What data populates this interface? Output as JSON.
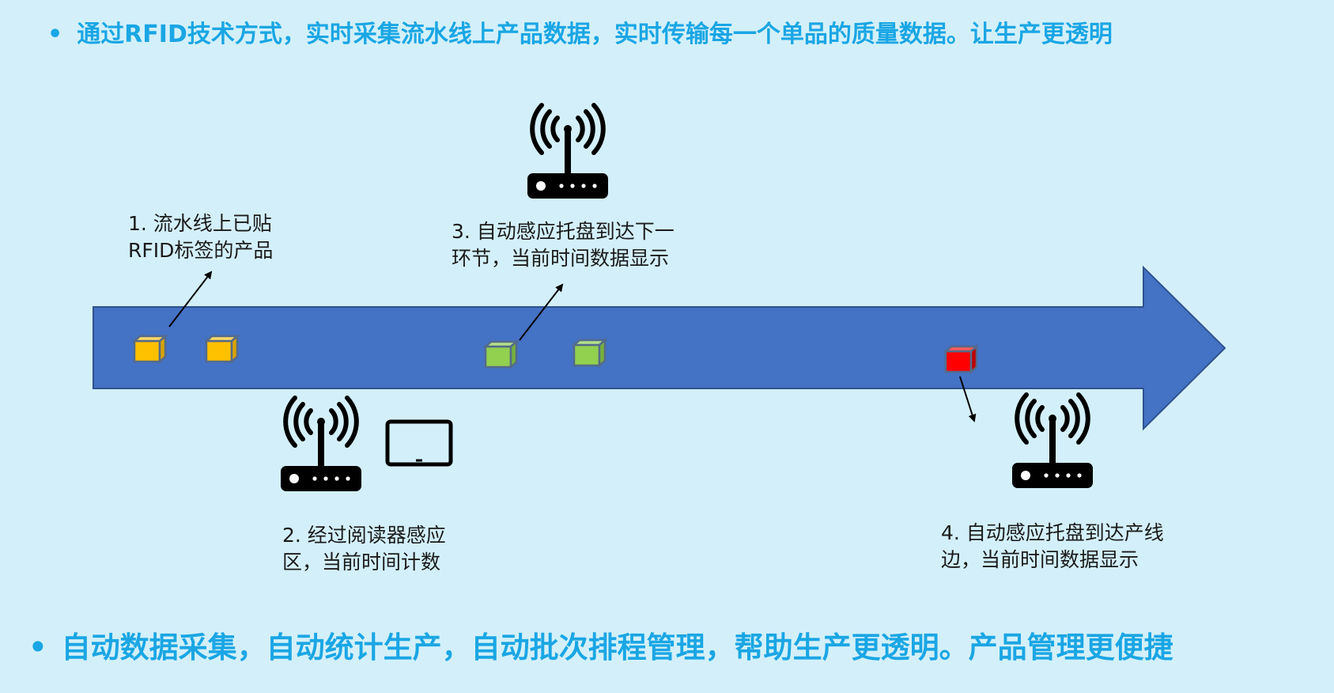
{
  "header": {
    "bullet_text": "通过RFID技术方式，实时采集流水线上产品数据，实时传输每一个单品的质量数据。让生产更透明"
  },
  "footer": {
    "bullet_text": "自动数据采集，自动统计生产，自动批次排程管理，帮助生产更透明。产品管理更便捷"
  },
  "steps": [
    {
      "line1": "1. 流水线上已贴",
      "line2": "RFID标签的产品"
    },
    {
      "line1": "2. 经过阅读器感应",
      "line2": "区，当前时间计数"
    },
    {
      "line1": "3. 自动感应托盘到达下一",
      "line2": "环节，当前时间数据显示"
    },
    {
      "line1": "4. 自动感应托盘到达产线",
      "line2": "边，当前时间数据显示"
    }
  ],
  "icons": {
    "reader": "rfid-reader-icon",
    "tablet": "tablet-icon",
    "product": "product-box-icon"
  },
  "colors": {
    "background": "#d3f0fa",
    "accent_text": "#1aa6e4",
    "conveyor": "#4472c4",
    "conveyor_border": "#2f528f",
    "box_yellow": "#ffc000",
    "box_green": "#92d050",
    "box_red": "#ff0000"
  }
}
